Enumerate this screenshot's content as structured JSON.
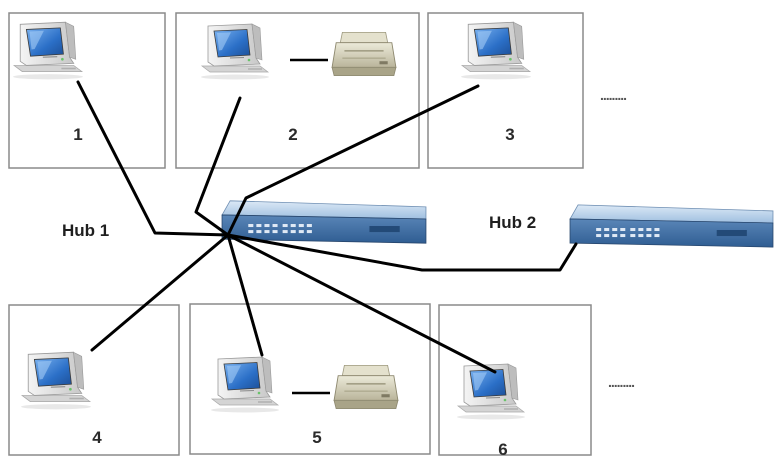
{
  "hubs": [
    {
      "label": "Hub 1"
    },
    {
      "label": "Hub 2"
    }
  ],
  "stations": [
    {
      "label": "1",
      "has_printer": false
    },
    {
      "label": "2",
      "has_printer": true
    },
    {
      "label": "3",
      "has_printer": false
    },
    {
      "label": "4",
      "has_printer": false
    },
    {
      "label": "5",
      "has_printer": true
    },
    {
      "label": "6",
      "has_printer": false
    }
  ],
  "continuation": {
    "top": ".........",
    "bottom": "........."
  },
  "colors": {
    "hub_front": "#3d6ea3",
    "hub_top": "#b9d1ea",
    "screen": "#2b6fc7",
    "monitor_body": "#e6e6e6",
    "printer": "#d9d6c2",
    "cable": "#000000",
    "box_border": "#8a8a8a"
  }
}
